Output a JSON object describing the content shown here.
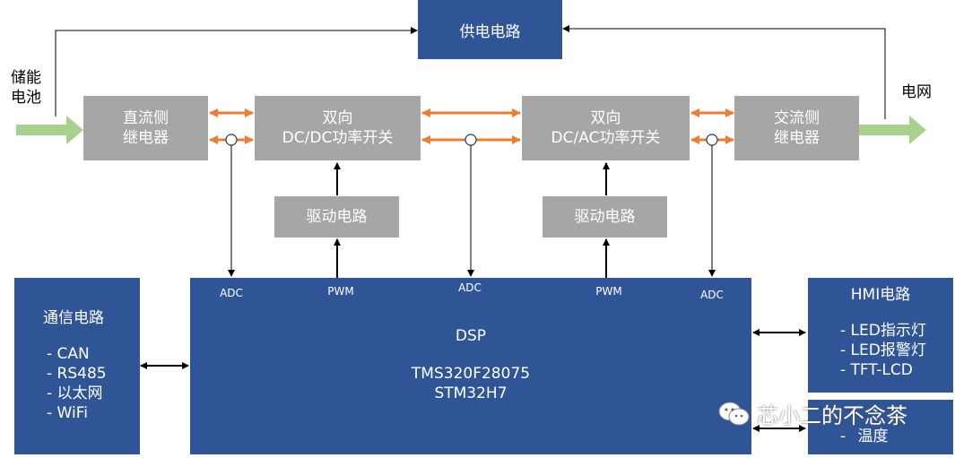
{
  "side": {
    "storage_battery": [
      "储能",
      "电池"
    ],
    "grid": "电网"
  },
  "boxes": {
    "power_supply": "供电电路",
    "dc_relay": [
      "直流侧",
      "继电器"
    ],
    "dcdc": [
      "双向",
      "DC/DC功率开关"
    ],
    "dcac": [
      "双向",
      "DC/AC功率开关"
    ],
    "ac_relay": [
      "交流侧",
      "继电器"
    ],
    "driver1": "驱动电路",
    "driver2": "驱动电路"
  },
  "signals": {
    "adc1": "ADC",
    "pwm1": "PWM",
    "adc2": "ADC",
    "pwm2": "PWM",
    "adc3": "ADC"
  },
  "comm": {
    "title": "通信电路",
    "items": [
      "- CAN",
      "- RS485",
      "- 以太网",
      "- WiFi"
    ]
  },
  "dsp": {
    "title": "DSP",
    "chip1": "TMS320F28075",
    "chip2": "STM32H7"
  },
  "hmi": {
    "title": "HMI电路",
    "items": [
      "- LED指示灯",
      "- LED报警灯",
      "- TFT-LCD"
    ]
  },
  "sensor": {
    "items": [
      "-",
      "温度"
    ]
  },
  "watermark": {
    "text": "芯小二的不念茶",
    "icon": "wechat-icon"
  },
  "colors": {
    "box_blue": "#2f5597",
    "box_gray": "#a6a6a6",
    "arrow_orange": "#ed7d31",
    "arrow_green": "#a9d18e"
  }
}
